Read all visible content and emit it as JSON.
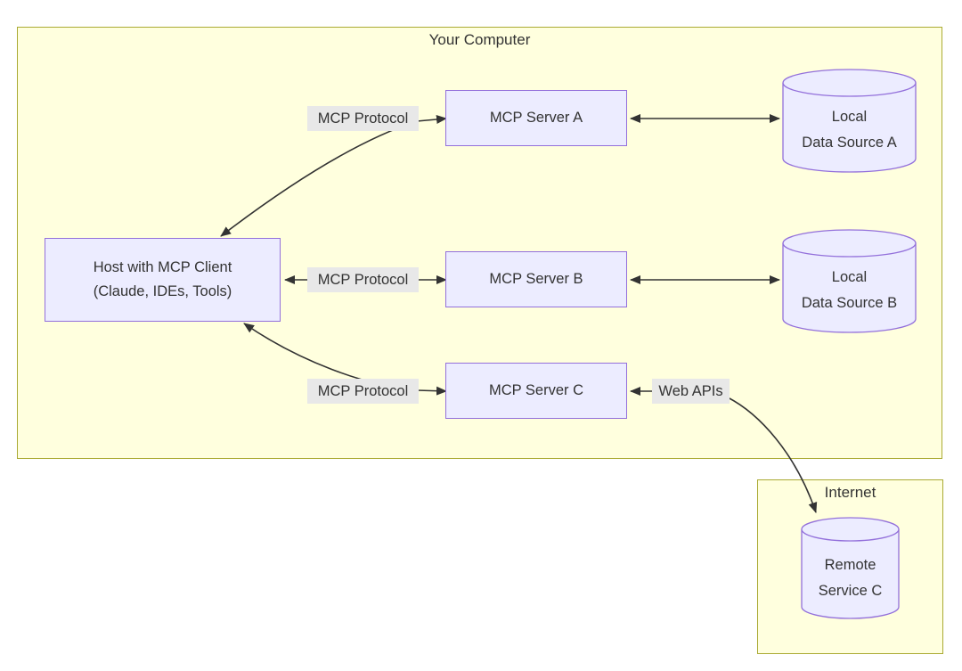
{
  "diagram": {
    "clusters": {
      "your_computer": {
        "title": "Your Computer"
      },
      "internet": {
        "title": "Internet"
      }
    },
    "nodes": {
      "host": {
        "line1": "Host with MCP Client",
        "line2": "(Claude, IDEs, Tools)"
      },
      "server_a": {
        "label": "MCP Server A"
      },
      "server_b": {
        "label": "MCP Server B"
      },
      "server_c": {
        "label": "MCP Server C"
      },
      "data_source_a": {
        "line1": "Local",
        "line2": "Data Source A"
      },
      "data_source_b": {
        "line1": "Local",
        "line2": "Data Source B"
      },
      "remote_service_c": {
        "line1": "Remote",
        "line2": "Service C"
      }
    },
    "edge_labels": {
      "protocol_a": "MCP Protocol",
      "protocol_b": "MCP Protocol",
      "protocol_c": "MCP Protocol",
      "web_apis": "Web APIs"
    },
    "edges": [
      {
        "from": "Host with MCP Client (Claude, IDEs, Tools)",
        "to": "MCP Server A",
        "label": "MCP Protocol",
        "direction": "bidirectional"
      },
      {
        "from": "Host with MCP Client (Claude, IDEs, Tools)",
        "to": "MCP Server B",
        "label": "MCP Protocol",
        "direction": "bidirectional"
      },
      {
        "from": "Host with MCP Client (Claude, IDEs, Tools)",
        "to": "MCP Server C",
        "label": "MCP Protocol",
        "direction": "bidirectional"
      },
      {
        "from": "MCP Server A",
        "to": "Local Data Source A",
        "label": "",
        "direction": "bidirectional"
      },
      {
        "from": "MCP Server B",
        "to": "Local Data Source B",
        "label": "",
        "direction": "bidirectional"
      },
      {
        "from": "MCP Server C",
        "to": "Remote Service C",
        "label": "Web APIs",
        "direction": "forward"
      }
    ],
    "colors": {
      "cluster_fill": "#ffffde",
      "cluster_border": "#aaaa33",
      "node_fill": "#ececff",
      "node_border": "#9370db",
      "edge_label_bg": "#e8e8e8",
      "line": "#333333",
      "text": "#333333",
      "background": "#ffffff"
    }
  }
}
